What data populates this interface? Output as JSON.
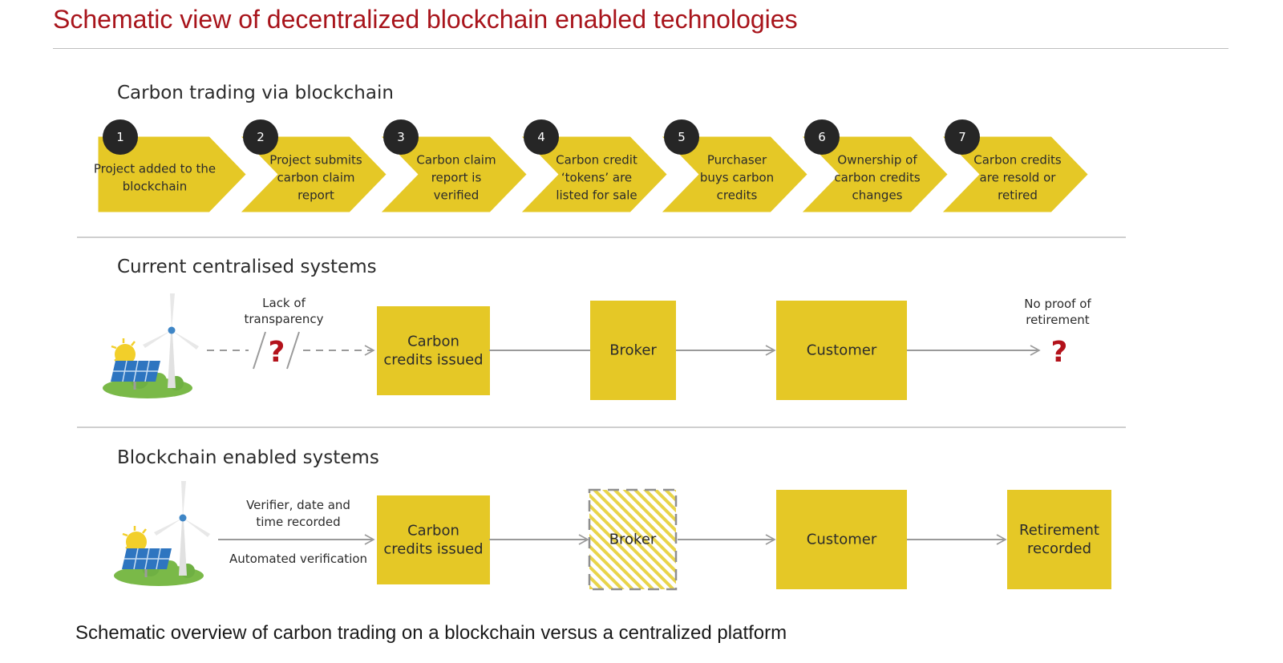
{
  "slide": {
    "title": "Schematic view of decentralized blockchain enabled technologies",
    "caption": "Schematic overview of carbon trading on a blockchain versus a centralized platform"
  },
  "colors": {
    "title": "#a8141b",
    "yellow": "#e5c826",
    "dark_circle": "#262626",
    "question_mark": "#b3121b",
    "arrow": "#9a9a9a"
  },
  "sections": {
    "blockchain_trading": {
      "title": "Carbon trading via blockchain",
      "steps": [
        {
          "number": "1",
          "lines": [
            "Project added to the",
            "blockchain"
          ]
        },
        {
          "number": "2",
          "lines": [
            "Project submits",
            "carbon claim",
            "report"
          ]
        },
        {
          "number": "3",
          "lines": [
            "Carbon claim",
            "report is",
            "verified"
          ]
        },
        {
          "number": "4",
          "lines": [
            "Carbon credit",
            "‘tokens’ are",
            "listed for sale"
          ]
        },
        {
          "number": "5",
          "lines": [
            "Purchaser",
            "buys carbon",
            "credits"
          ]
        },
        {
          "number": "6",
          "lines": [
            "Ownership of",
            "carbon credits",
            "changes"
          ]
        },
        {
          "number": "7",
          "lines": [
            "Carbon credits",
            "are resold or",
            "retired"
          ]
        }
      ]
    },
    "centralised": {
      "title": "Current centralised systems",
      "icon": "renewable-energy-icon",
      "notes": {
        "transparency": [
          "Lack of",
          "transparency"
        ],
        "retirement": [
          "No proof of",
          "retirement"
        ],
        "question": "?"
      },
      "boxes": [
        {
          "lines": [
            "Carbon",
            "credits issued"
          ]
        },
        {
          "lines": [
            "Broker"
          ]
        },
        {
          "lines": [
            "Customer"
          ]
        }
      ]
    },
    "blockchain_enabled": {
      "title": "Blockchain enabled systems",
      "icon": "renewable-energy-icon",
      "notes": {
        "verifier": [
          "Verifier, date and",
          "time recorded"
        ],
        "automated": "Automated verification"
      },
      "boxes": [
        {
          "lines": [
            "Carbon",
            "credits issued"
          ]
        },
        {
          "lines": [
            "Broker"
          ]
        },
        {
          "lines": [
            "Customer"
          ]
        },
        {
          "lines": [
            "Retirement",
            "recorded"
          ]
        }
      ]
    }
  }
}
